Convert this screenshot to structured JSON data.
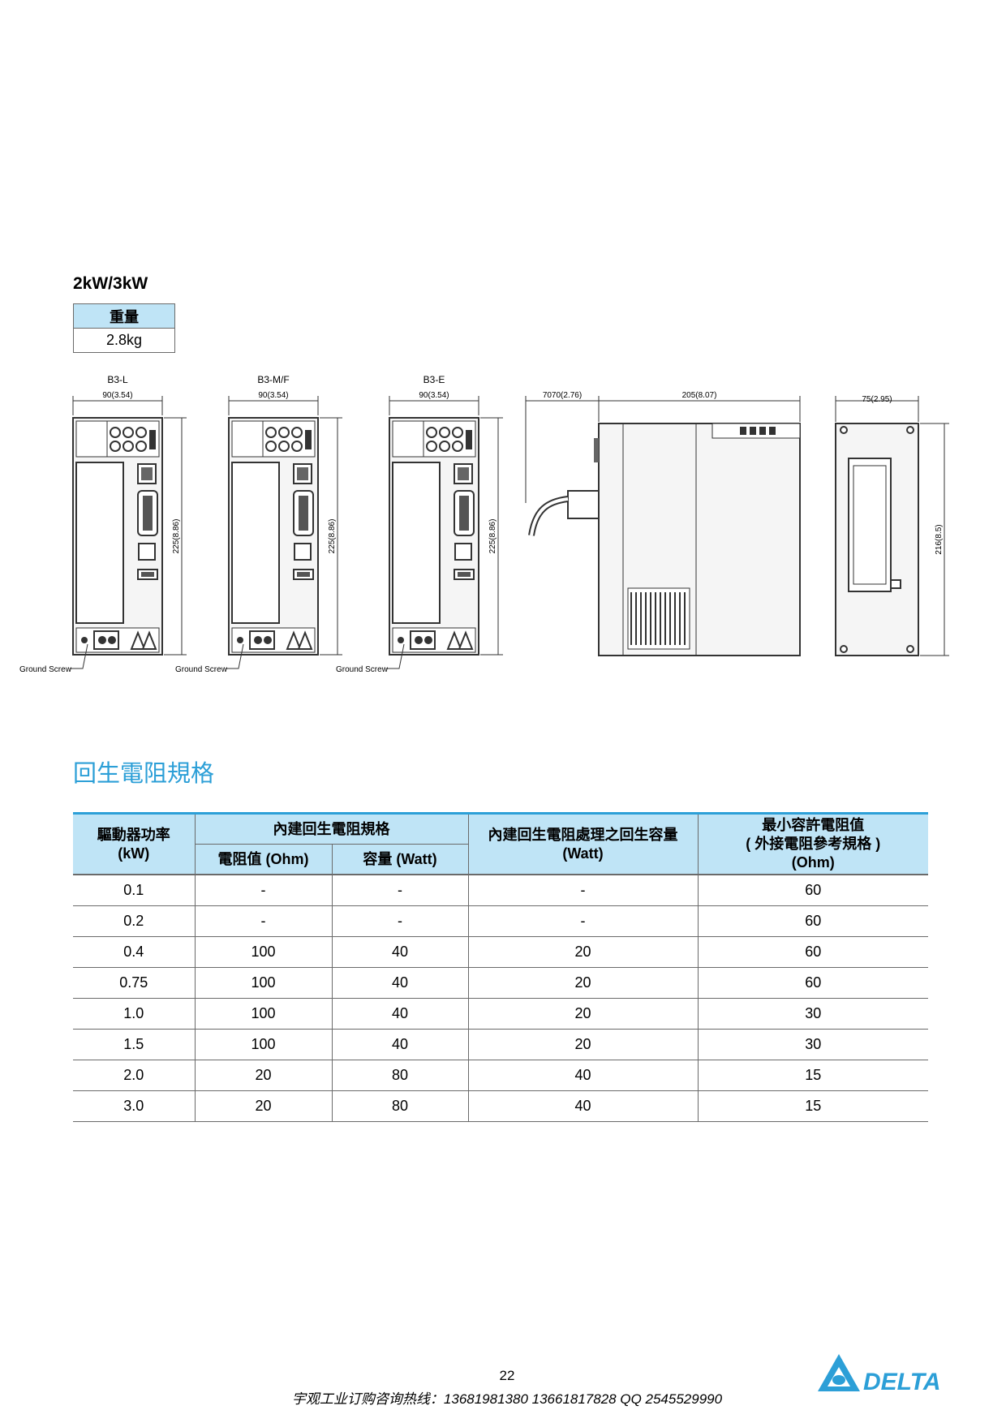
{
  "section": {
    "heading": "2kW/3kW"
  },
  "weight": {
    "header": "重量",
    "value": "2.8kg"
  },
  "drawings": {
    "views": [
      {
        "label": "B3-L",
        "width_dim": "90(3.54)",
        "height_dim": "225(8.86)",
        "callout": "Ground Screw"
      },
      {
        "label": "B3-M/F",
        "width_dim": "90(3.54)",
        "height_dim": "225(8.86)",
        "callout": "Ground Screw"
      },
      {
        "label": "B3-E",
        "width_dim": "90(3.54)",
        "height_dim": "225(8.86)",
        "callout": "Ground Screw"
      }
    ],
    "side_view": {
      "cable_dim": "7070(2.76)",
      "depth_dim": "205(8.07)"
    },
    "rear_view": {
      "width_dim": "75(2.95)",
      "height_dim": "216(8.5)"
    }
  },
  "regen": {
    "title": "回生電阻規格",
    "headers": {
      "power": "驅動器功率",
      "power_unit": "(kW)",
      "builtin": "內建回生電阻規格",
      "resistance": "電阻值 (Ohm)",
      "capacity": "容量 (Watt)",
      "processing": "內建回生電阻處理之回生容量",
      "processing_unit": "(Watt)",
      "min_allowed": "最小容許電阻值",
      "min_allowed_sub": "( 外接電阻參考規格 )",
      "min_allowed_unit": "(Ohm)"
    },
    "rows": [
      [
        "0.1",
        "-",
        "-",
        "-",
        "60"
      ],
      [
        "0.2",
        "-",
        "-",
        "-",
        "60"
      ],
      [
        "0.4",
        "100",
        "40",
        "20",
        "60"
      ],
      [
        "0.75",
        "100",
        "40",
        "20",
        "60"
      ],
      [
        "1.0",
        "100",
        "40",
        "20",
        "30"
      ],
      [
        "1.5",
        "100",
        "40",
        "20",
        "30"
      ],
      [
        "2.0",
        "20",
        "80",
        "40",
        "15"
      ],
      [
        "3.0",
        "20",
        "80",
        "40",
        "15"
      ]
    ]
  },
  "footer": {
    "page_number": "22",
    "hotline": "宇观工业订购咨询热线：13681981380     13661817828  QQ 2545529990",
    "logo_text": "DELTA"
  },
  "colors": {
    "accent": "#2c9fd7",
    "header_bg": "#bfe4f6",
    "rule": "#6a6a6a"
  }
}
